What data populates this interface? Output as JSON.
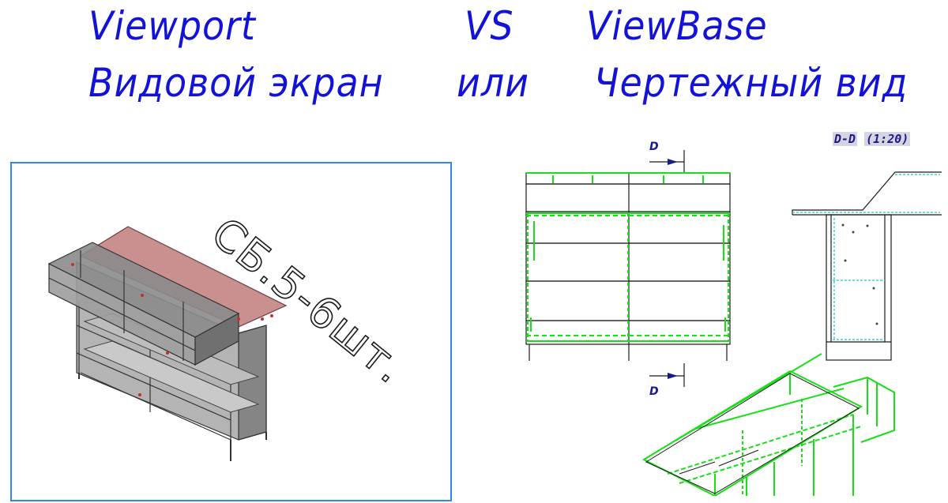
{
  "title": {
    "line1_left": "Viewport",
    "line1_vs": "VS",
    "line1_right": "ViewBase",
    "line2_left": "Видовой экран",
    "line2_or": "или",
    "line2_right": "Чертежный вид"
  },
  "viewport": {
    "annotation": "СБ.5-6шт."
  },
  "viewbase": {
    "section_label_name": "D-D",
    "section_label_scale": "(1:20)",
    "cut_mark_top": "D",
    "cut_mark_bottom": "D"
  },
  "colors": {
    "title_text": "#1313d8",
    "viewport_border": "#2f87e8",
    "edges_green": "#18e018",
    "panel_red": "#b86a6a",
    "panel_gray": "#8e8e8e"
  }
}
